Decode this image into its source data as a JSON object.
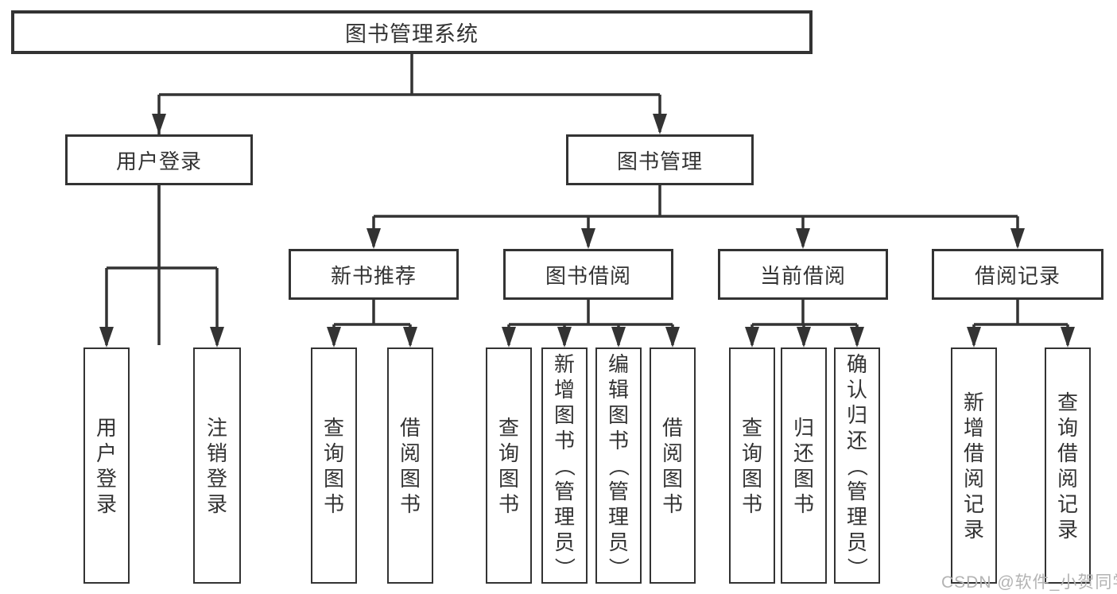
{
  "tree": {
    "label": "图书管理系统",
    "children": [
      {
        "label": "用户登录",
        "children": [
          {
            "label": "用户登录"
          },
          {
            "label": "注销登录"
          }
        ]
      },
      {
        "label": "图书管理",
        "children": [
          {
            "label": "新书推荐",
            "children": [
              {
                "label": "查询图书"
              },
              {
                "label": "借阅图书"
              }
            ]
          },
          {
            "label": "图书借阅",
            "children": [
              {
                "label": "查询图书"
              },
              {
                "label": "新增图书（管理员）"
              },
              {
                "label": "编辑图书（管理员）"
              },
              {
                "label": "借阅图书"
              }
            ]
          },
          {
            "label": "当前借阅",
            "children": [
              {
                "label": "查询图书"
              },
              {
                "label": "归还图书"
              },
              {
                "label": "确认归还（管理员）"
              }
            ]
          },
          {
            "label": "借阅记录",
            "children": [
              {
                "label": "新增借阅记录"
              },
              {
                "label": "查询借阅记录"
              }
            ]
          }
        ]
      }
    ]
  },
  "watermark": {
    "text": "CSDN @软件_小贺同学"
  },
  "colors": {
    "line": "#333333",
    "text": "#333333",
    "box_background": "#ffffff",
    "watermark": "#b3b3b3",
    "background": "#ffffff"
  }
}
